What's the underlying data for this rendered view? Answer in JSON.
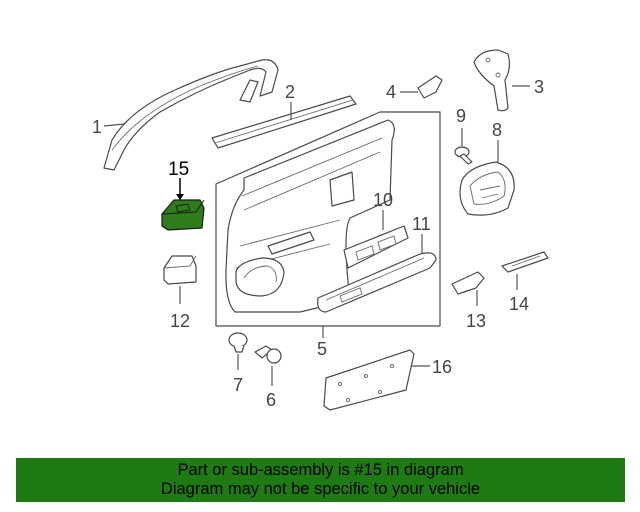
{
  "callouts": {
    "c1": "1",
    "c2": "2",
    "c3": "3",
    "c4": "4",
    "c5": "5",
    "c6": "6",
    "c7": "7",
    "c8": "8",
    "c9": "9",
    "c10": "10",
    "c11": "11",
    "c12": "12",
    "c13": "13",
    "c14": "14",
    "c15": "15",
    "c16": "16"
  },
  "highlight": {
    "part_number": "15",
    "color": "#2f7d1a"
  },
  "banner": {
    "line1": "Part or sub-assembly is #15 in diagram",
    "line2": "Diagram may not be specific to your vehicle",
    "color": "#1e7a12"
  }
}
